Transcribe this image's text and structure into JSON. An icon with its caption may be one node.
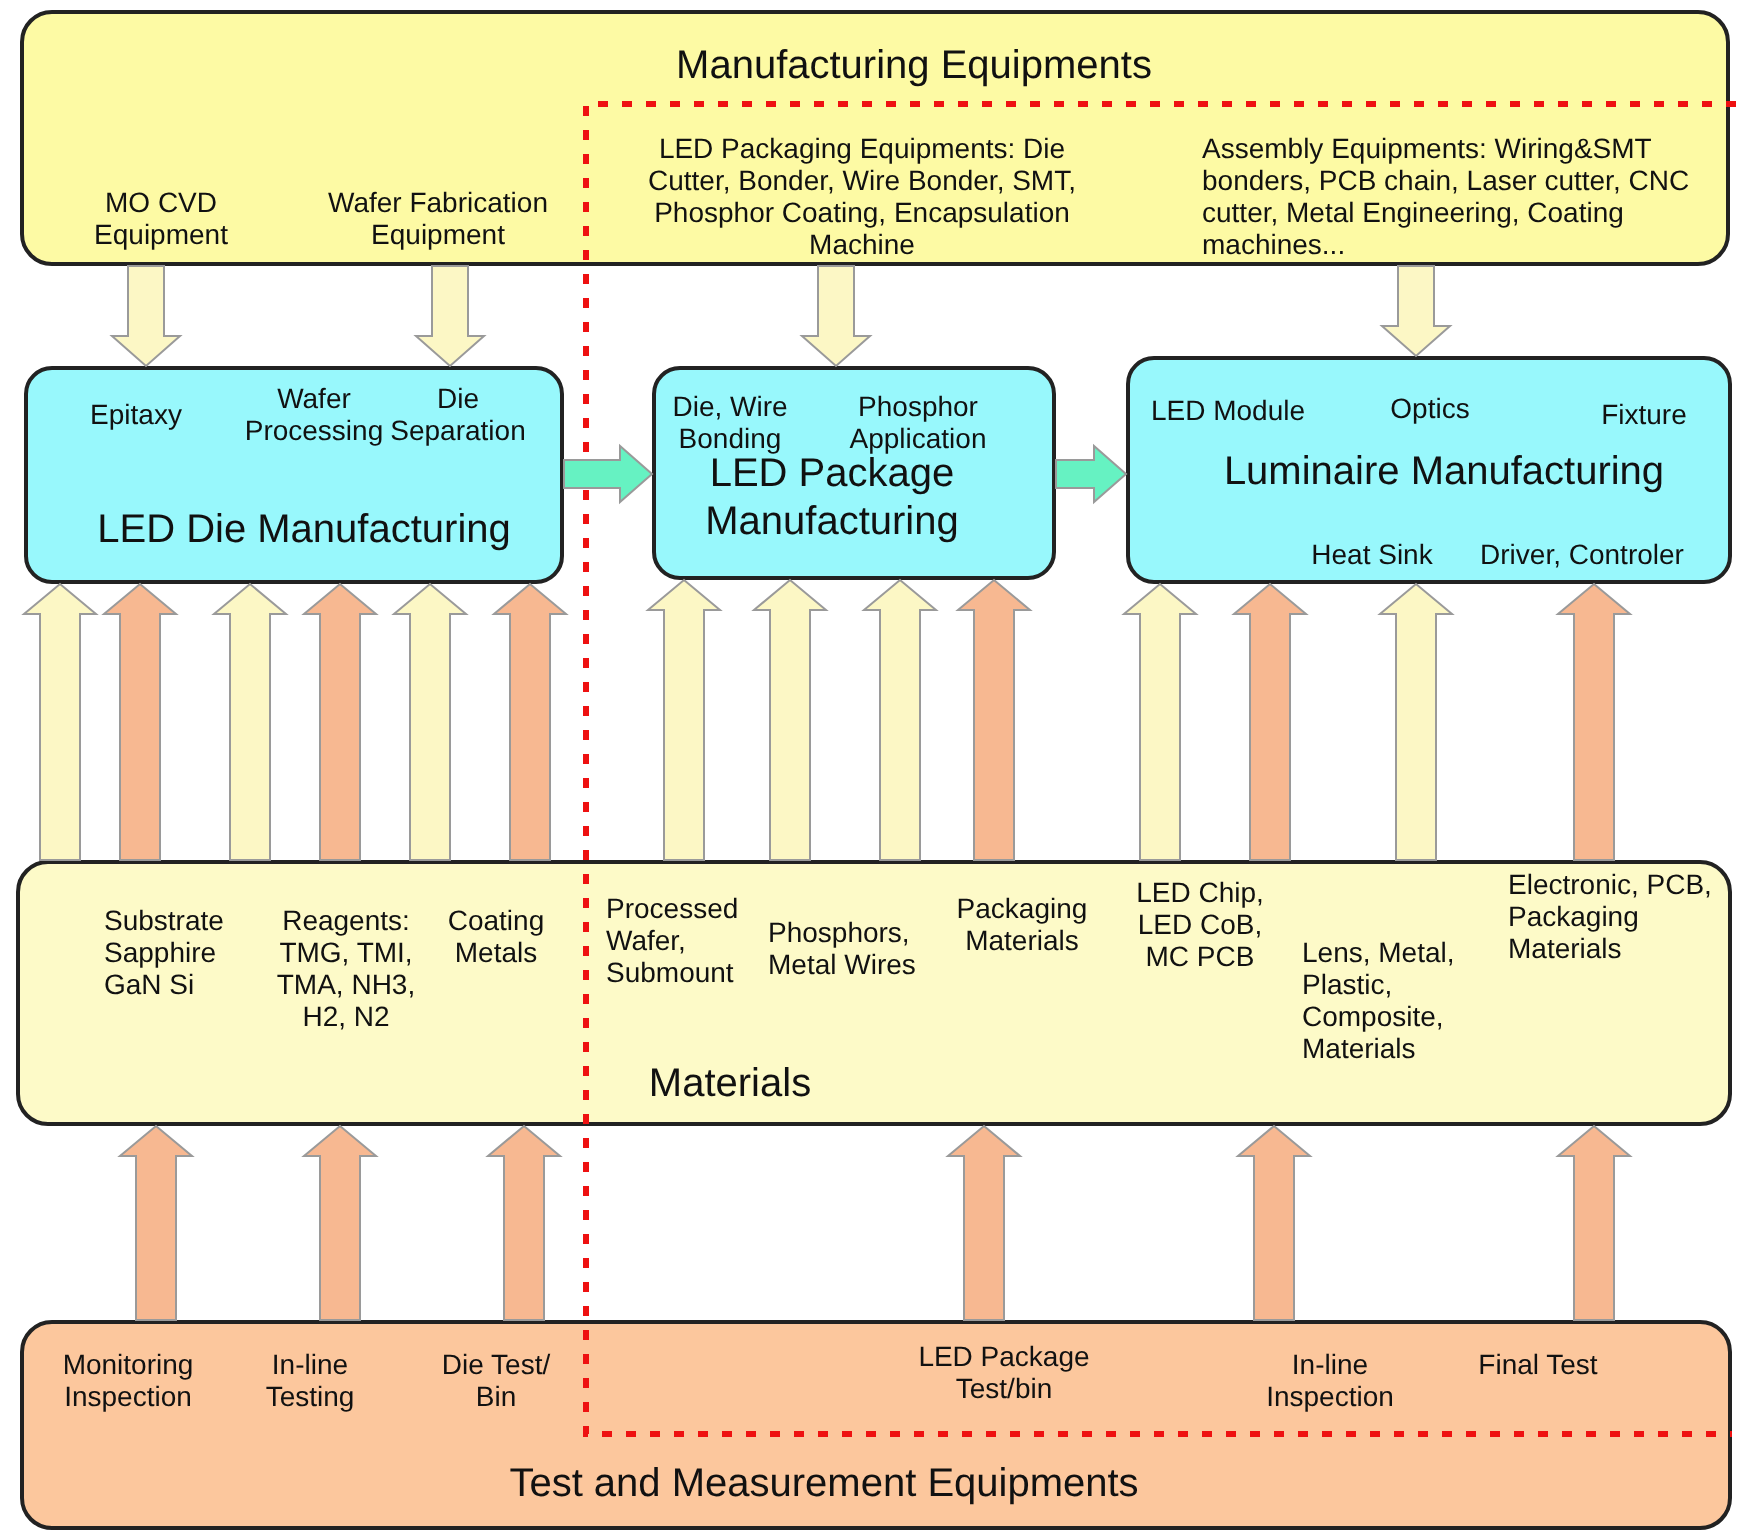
{
  "diagram": {
    "nodes": [
      {
        "text": [
          "Manufacturing Equipments"
        ]
      },
      {
        "text": [
          "MO CVD Equipment"
        ],
        "in": 0
      },
      {
        "text": [
          "Wafer Fabrication Equipment"
        ],
        "in": 0
      },
      {
        "text": [
          "LED Packaging Equipments: Die Cutter, Bonder, Wire Bonder, SMT, Phosphor Coating, Encapsulation Machine"
        ],
        "in": 0
      },
      {
        "text": [
          "Assembly Equipments: Wiring&SMT bonders, PCB chain, Laser cutter, CNC cutter, Metal Engineering, Coating machines..."
        ],
        "in": 0
      },
      {
        "text": [
          "Epitaxy",
          "Wafer Processing",
          "Die Separation",
          "LED Die Manufacturing"
        ]
      },
      {
        "text": [
          "Die, Wire Bonding",
          "Phosphor Application",
          "LED Package Manufacturing"
        ]
      },
      {
        "text": [
          "LED Module",
          "Optics",
          "Fixture",
          "Luminaire Manufacturing",
          "Heat Sink",
          "Driver, Controler"
        ]
      },
      {
        "text": [
          "Materials"
        ]
      },
      {
        "text": [
          "Substrate Sapphire GaN Si"
        ],
        "in": 8
      },
      {
        "text": [
          "Reagents: TMG, TMI, TMA, NH3, H2, N2"
        ],
        "in": 8
      },
      {
        "text": [
          "Coating Metals"
        ],
        "in": 8
      },
      {
        "text": [
          "Processed Wafer, Submount"
        ],
        "in": 8
      },
      {
        "text": [
          "Phosphors, Metal Wires"
        ],
        "in": 8
      },
      {
        "text": [
          "Packaging Materials"
        ],
        "in": 8
      },
      {
        "text": [
          "LED Chip, LED CoB, MC PCB"
        ],
        "in": 8
      },
      {
        "text": [
          "Lens, Metal, Plastic, Composite, Materials"
        ],
        "in": 8
      },
      {
        "text": [
          "Electronic, PCB, Packaging Materials"
        ],
        "in": 8
      },
      {
        "text": [
          "Test and Measurement Equipments"
        ]
      },
      {
        "text": [
          "Monitoring Inspection"
        ],
        "in": 18
      },
      {
        "text": [
          "In-line Testing"
        ],
        "in": 18
      },
      {
        "text": [
          "Die Test/ Bin"
        ],
        "in": 18
      },
      {
        "text": [
          "LED Package Test/bin"
        ],
        "in": 18
      },
      {
        "text": [
          "In-line Inspection"
        ],
        "in": 18
      },
      {
        "text": [
          "Final Test"
        ],
        "in": 18
      }
    ],
    "edges": [
      {
        "from": 1,
        "to": 5,
        "arrow": "to"
      },
      {
        "from": 2,
        "to": 5,
        "arrow": "to"
      },
      {
        "from": 3,
        "to": 6,
        "arrow": "to"
      },
      {
        "from": 4,
        "to": 7,
        "arrow": "to"
      },
      {
        "from": 5,
        "to": 6,
        "arrow": "to",
        "color": "#66f2c2"
      },
      {
        "from": 6,
        "to": 7,
        "arrow": "to",
        "color": "#66f2c2"
      },
      {
        "from": 8,
        "to": 5,
        "arrow": "to"
      },
      {
        "from": 8,
        "to": 5,
        "arrow": "to",
        "color": "#f7b891"
      },
      {
        "from": 8,
        "to": 5,
        "arrow": "to"
      },
      {
        "from": 8,
        "to": 5,
        "arrow": "to",
        "color": "#f7b891"
      },
      {
        "from": 8,
        "to": 5,
        "arrow": "to"
      },
      {
        "from": 8,
        "to": 5,
        "arrow": "to",
        "color": "#f7b891"
      },
      {
        "from": 8,
        "to": 6,
        "arrow": "to"
      },
      {
        "from": 8,
        "to": 6,
        "arrow": "to"
      },
      {
        "from": 8,
        "to": 6,
        "arrow": "to"
      },
      {
        "from": 8,
        "to": 6,
        "arrow": "to",
        "color": "#f7b891"
      },
      {
        "from": 8,
        "to": 7,
        "arrow": "to"
      },
      {
        "from": 8,
        "to": 7,
        "arrow": "to",
        "color": "#f7b891"
      },
      {
        "from": 8,
        "to": 7,
        "arrow": "to"
      },
      {
        "from": 8,
        "to": 7,
        "arrow": "to",
        "color": "#f7b891"
      },
      {
        "from": 18,
        "to": 8,
        "arrow": "to",
        "color": "#f7b891"
      },
      {
        "from": 18,
        "to": 8,
        "arrow": "to",
        "color": "#f7b891"
      },
      {
        "from": 18,
        "to": 8,
        "arrow": "to",
        "color": "#f7b891"
      },
      {
        "from": 18,
        "to": 8,
        "arrow": "to",
        "color": "#f7b891"
      },
      {
        "from": 18,
        "to": 8,
        "arrow": "to",
        "color": "#f7b891"
      },
      {
        "from": 18,
        "to": 8,
        "arrow": "to",
        "color": "#f7b891"
      }
    ]
  }
}
